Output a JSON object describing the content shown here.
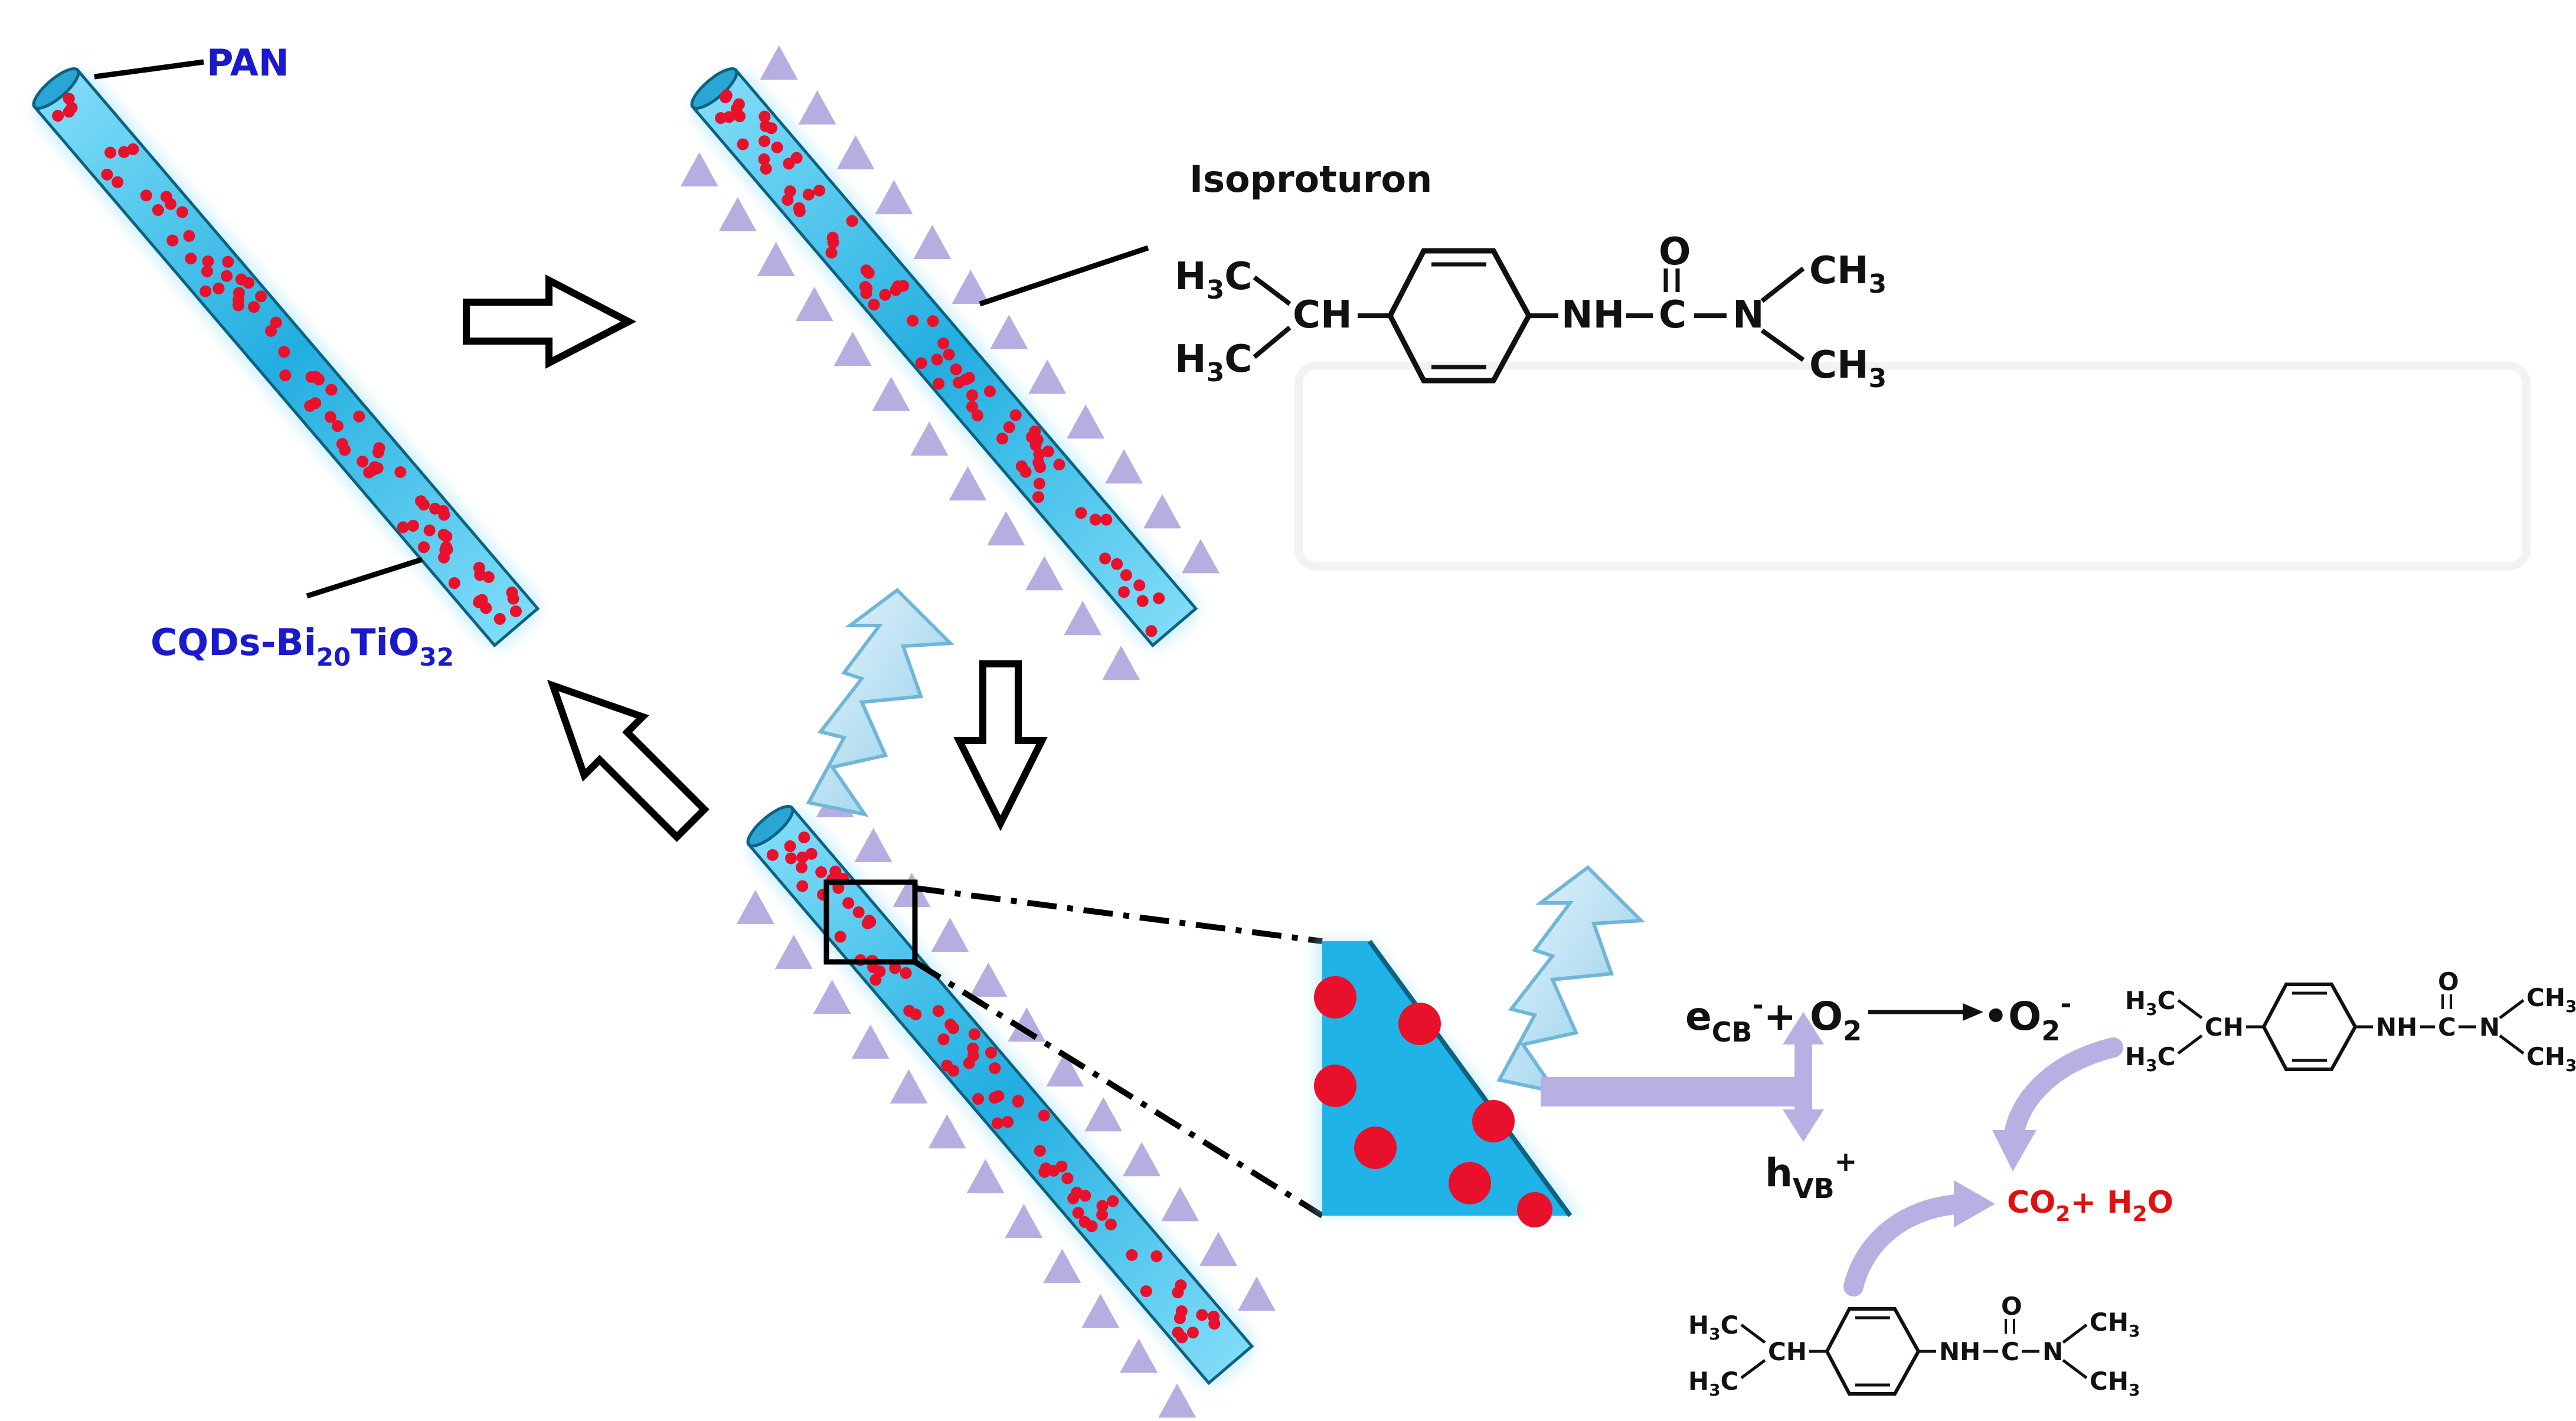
{
  "labels": {
    "pan": "PAN",
    "cqds_prefix": "CQDs-Bi",
    "cqds_sub1": "20",
    "cqds_mid": "TiO",
    "cqds_sub2": "32",
    "isoproturon": "Isoproturon"
  },
  "structure": {
    "h3c": "H",
    "c_sub": "3",
    "c": "C",
    "ch": "CH",
    "nh": "NH",
    "c_carbonyl": "C",
    "o": "O",
    "n": "N",
    "ch3": "CH",
    "ch3_sub": "3"
  },
  "reaction": {
    "e": "e",
    "cb": "CB",
    "minus": "-",
    "plus_o2": "+ O",
    "o2_sub": "2",
    "radical": "•O",
    "h": "h",
    "vb": "VB",
    "plus": "+",
    "co2": "CO",
    "co2_sub": "2",
    "plus_h2o": "+ H",
    "h2o_sub": "2",
    "h2o_o": "O"
  },
  "colors": {
    "fiber_fill": "#29b6e6",
    "fiber_edge": "#0a6b8a",
    "dot": "#e8102a",
    "triangle": "#b6aee0",
    "arrow_purple": "#b8b0e2",
    "label_blue": "#1a1acc",
    "label_red": "#e01010"
  },
  "icons": [
    "lightning-bolt-icon",
    "outline-arrow-icon"
  ]
}
